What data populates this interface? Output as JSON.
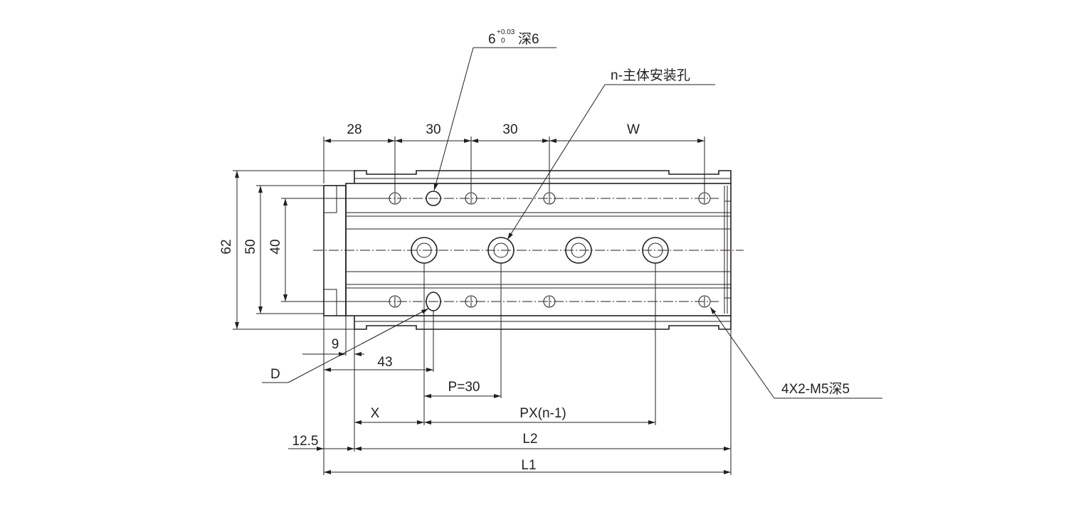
{
  "drawing": {
    "callouts": {
      "pin_hole_base": "6",
      "pin_hole_tol_upper": "+0.03",
      "pin_hole_tol_lower": "0",
      "pin_hole_suffix": "深6",
      "body_mount": "n-主体安装孔",
      "end_tapped": "4X2-M5深5",
      "d_label": "D"
    },
    "top_dims": [
      "28",
      "30",
      "30",
      "W"
    ],
    "height_dims": [
      "62",
      "50",
      "40"
    ],
    "bottom_dims": {
      "nine": "9",
      "forty_three": "43",
      "pitch": "P=30",
      "x": "X",
      "pxn": "PX(n-1)",
      "offset": "12.5",
      "l2": "L2",
      "l1": "L1"
    }
  }
}
